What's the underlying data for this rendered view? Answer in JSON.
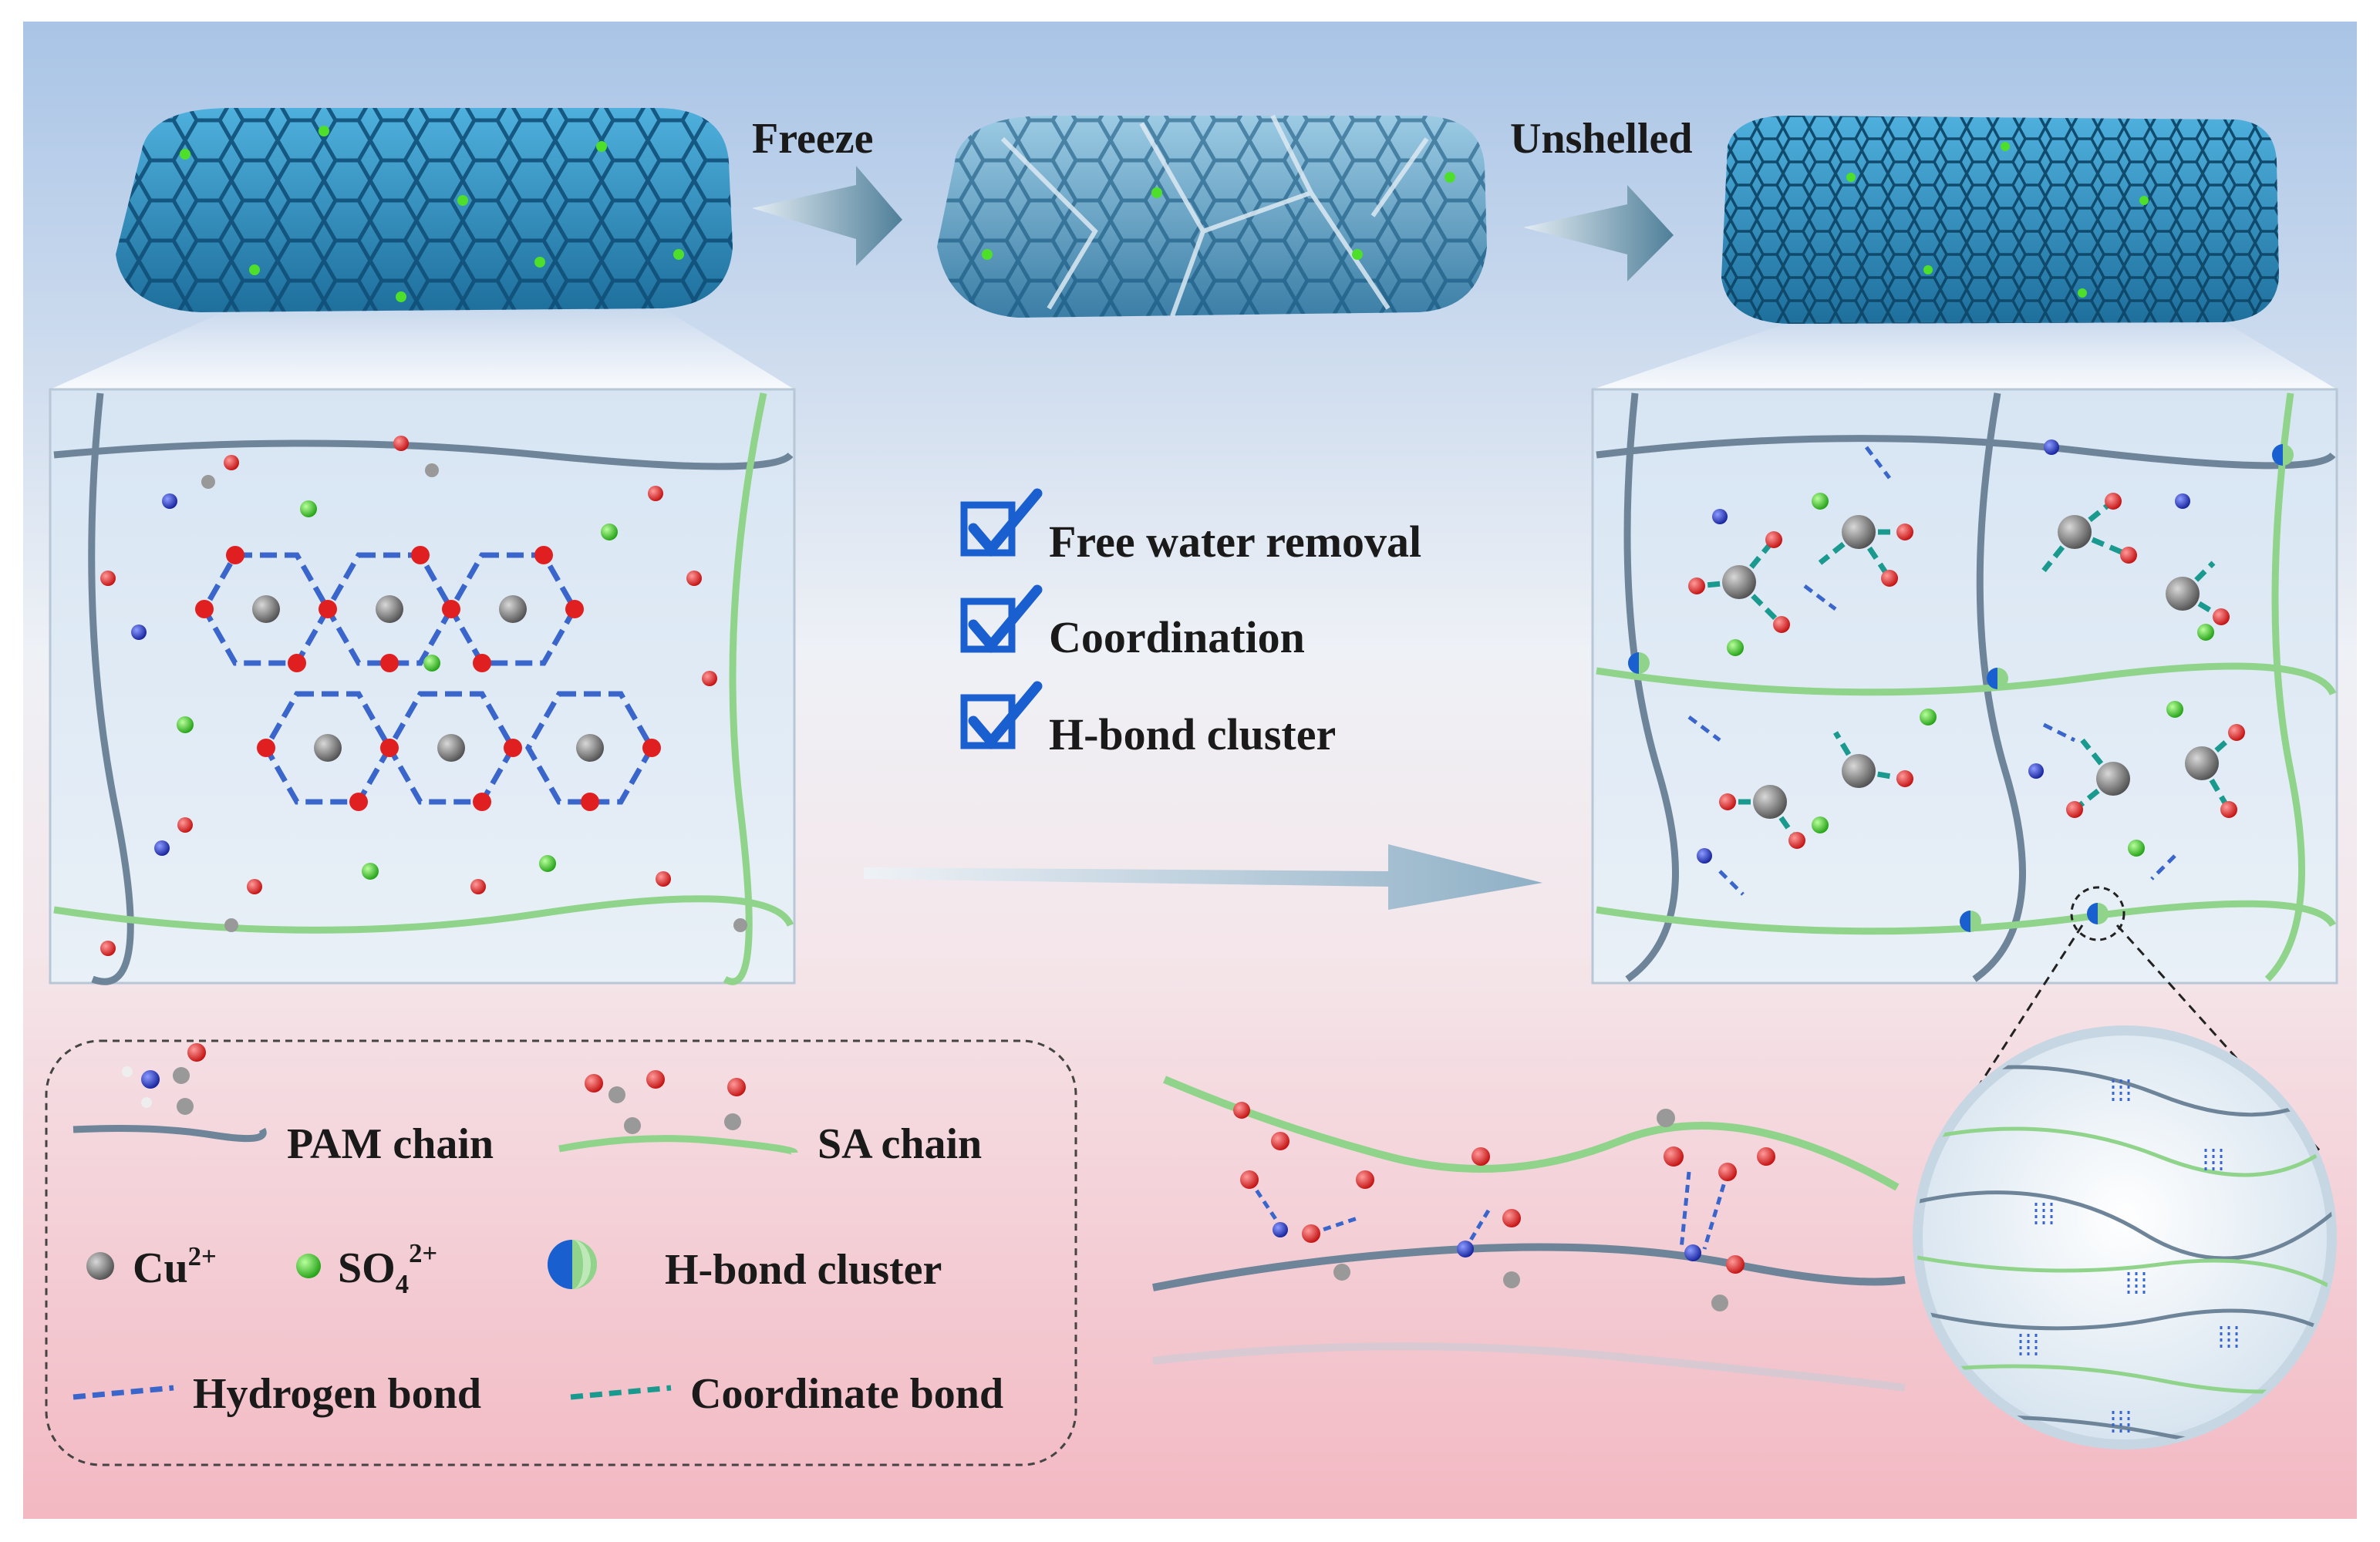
{
  "process": {
    "step1_label": "Freeze",
    "step2_label": "Unshelled"
  },
  "checklist": {
    "items": [
      {
        "label": "Free water removal"
      },
      {
        "label": "Coordination"
      },
      {
        "label": "H-bond cluster"
      }
    ]
  },
  "legend": {
    "pam_chain": "PAM chain",
    "sa_chain": "SA chain",
    "cu_symbol": "Cu",
    "cu_charge": "2+",
    "so4_symbol": "SO",
    "so4_subscript": "4",
    "so4_charge": "2+",
    "hbond_cluster": "H-bond cluster",
    "hydrogen_bond": "Hydrogen bond",
    "coordinate_bond": "Coordinate bond"
  },
  "colors": {
    "hydrogel_blue": "#2e8fc0",
    "pam_chain": "#6e8499",
    "sa_chain": "#8fd48a",
    "cu_ion": "#7a7a7a",
    "so4_ion": "#36cc2a",
    "oxygen": "#e02020",
    "nitrogen": "#2030c0",
    "hydrogen_bond": "#3a66cc",
    "coordinate_bond": "#1a9a8e",
    "check_blue": "#1a5fd0"
  }
}
